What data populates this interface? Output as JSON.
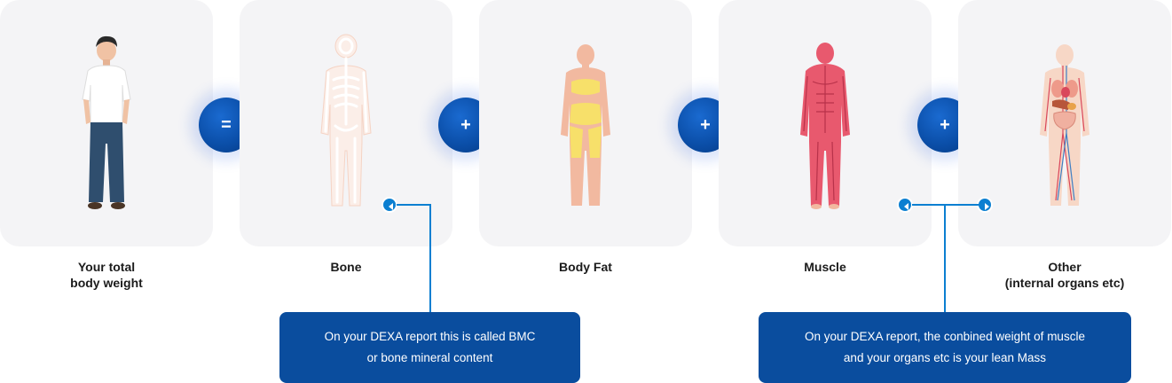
{
  "items": [
    {
      "label": "Your total\nbody weight",
      "figure": "man-icon"
    },
    {
      "label": "Bone",
      "figure": "skeleton-icon"
    },
    {
      "label": "Body Fat",
      "figure": "body-fat-icon"
    },
    {
      "label": "Muscle",
      "figure": "muscle-icon"
    },
    {
      "label": "Other\n(internal organs etc)",
      "figure": "organs-icon"
    }
  ],
  "operators": [
    "=",
    "+",
    "+",
    "+"
  ],
  "callouts": {
    "bone": "On your DEXA report this is called BMC\nor bone mineral content",
    "lean": "On your DEXA report, the conbined weight of muscle\nand your organs etc is your lean Mass"
  },
  "colors": {
    "card_bg": "#f4f4f6",
    "operator_blue": "#0a4da6",
    "callout_blue": "#0a4d9e",
    "connector_blue": "#0b7fd1",
    "skin": "#f2b9a0",
    "fat": "#f7e06a",
    "muscle": "#e8596e"
  }
}
